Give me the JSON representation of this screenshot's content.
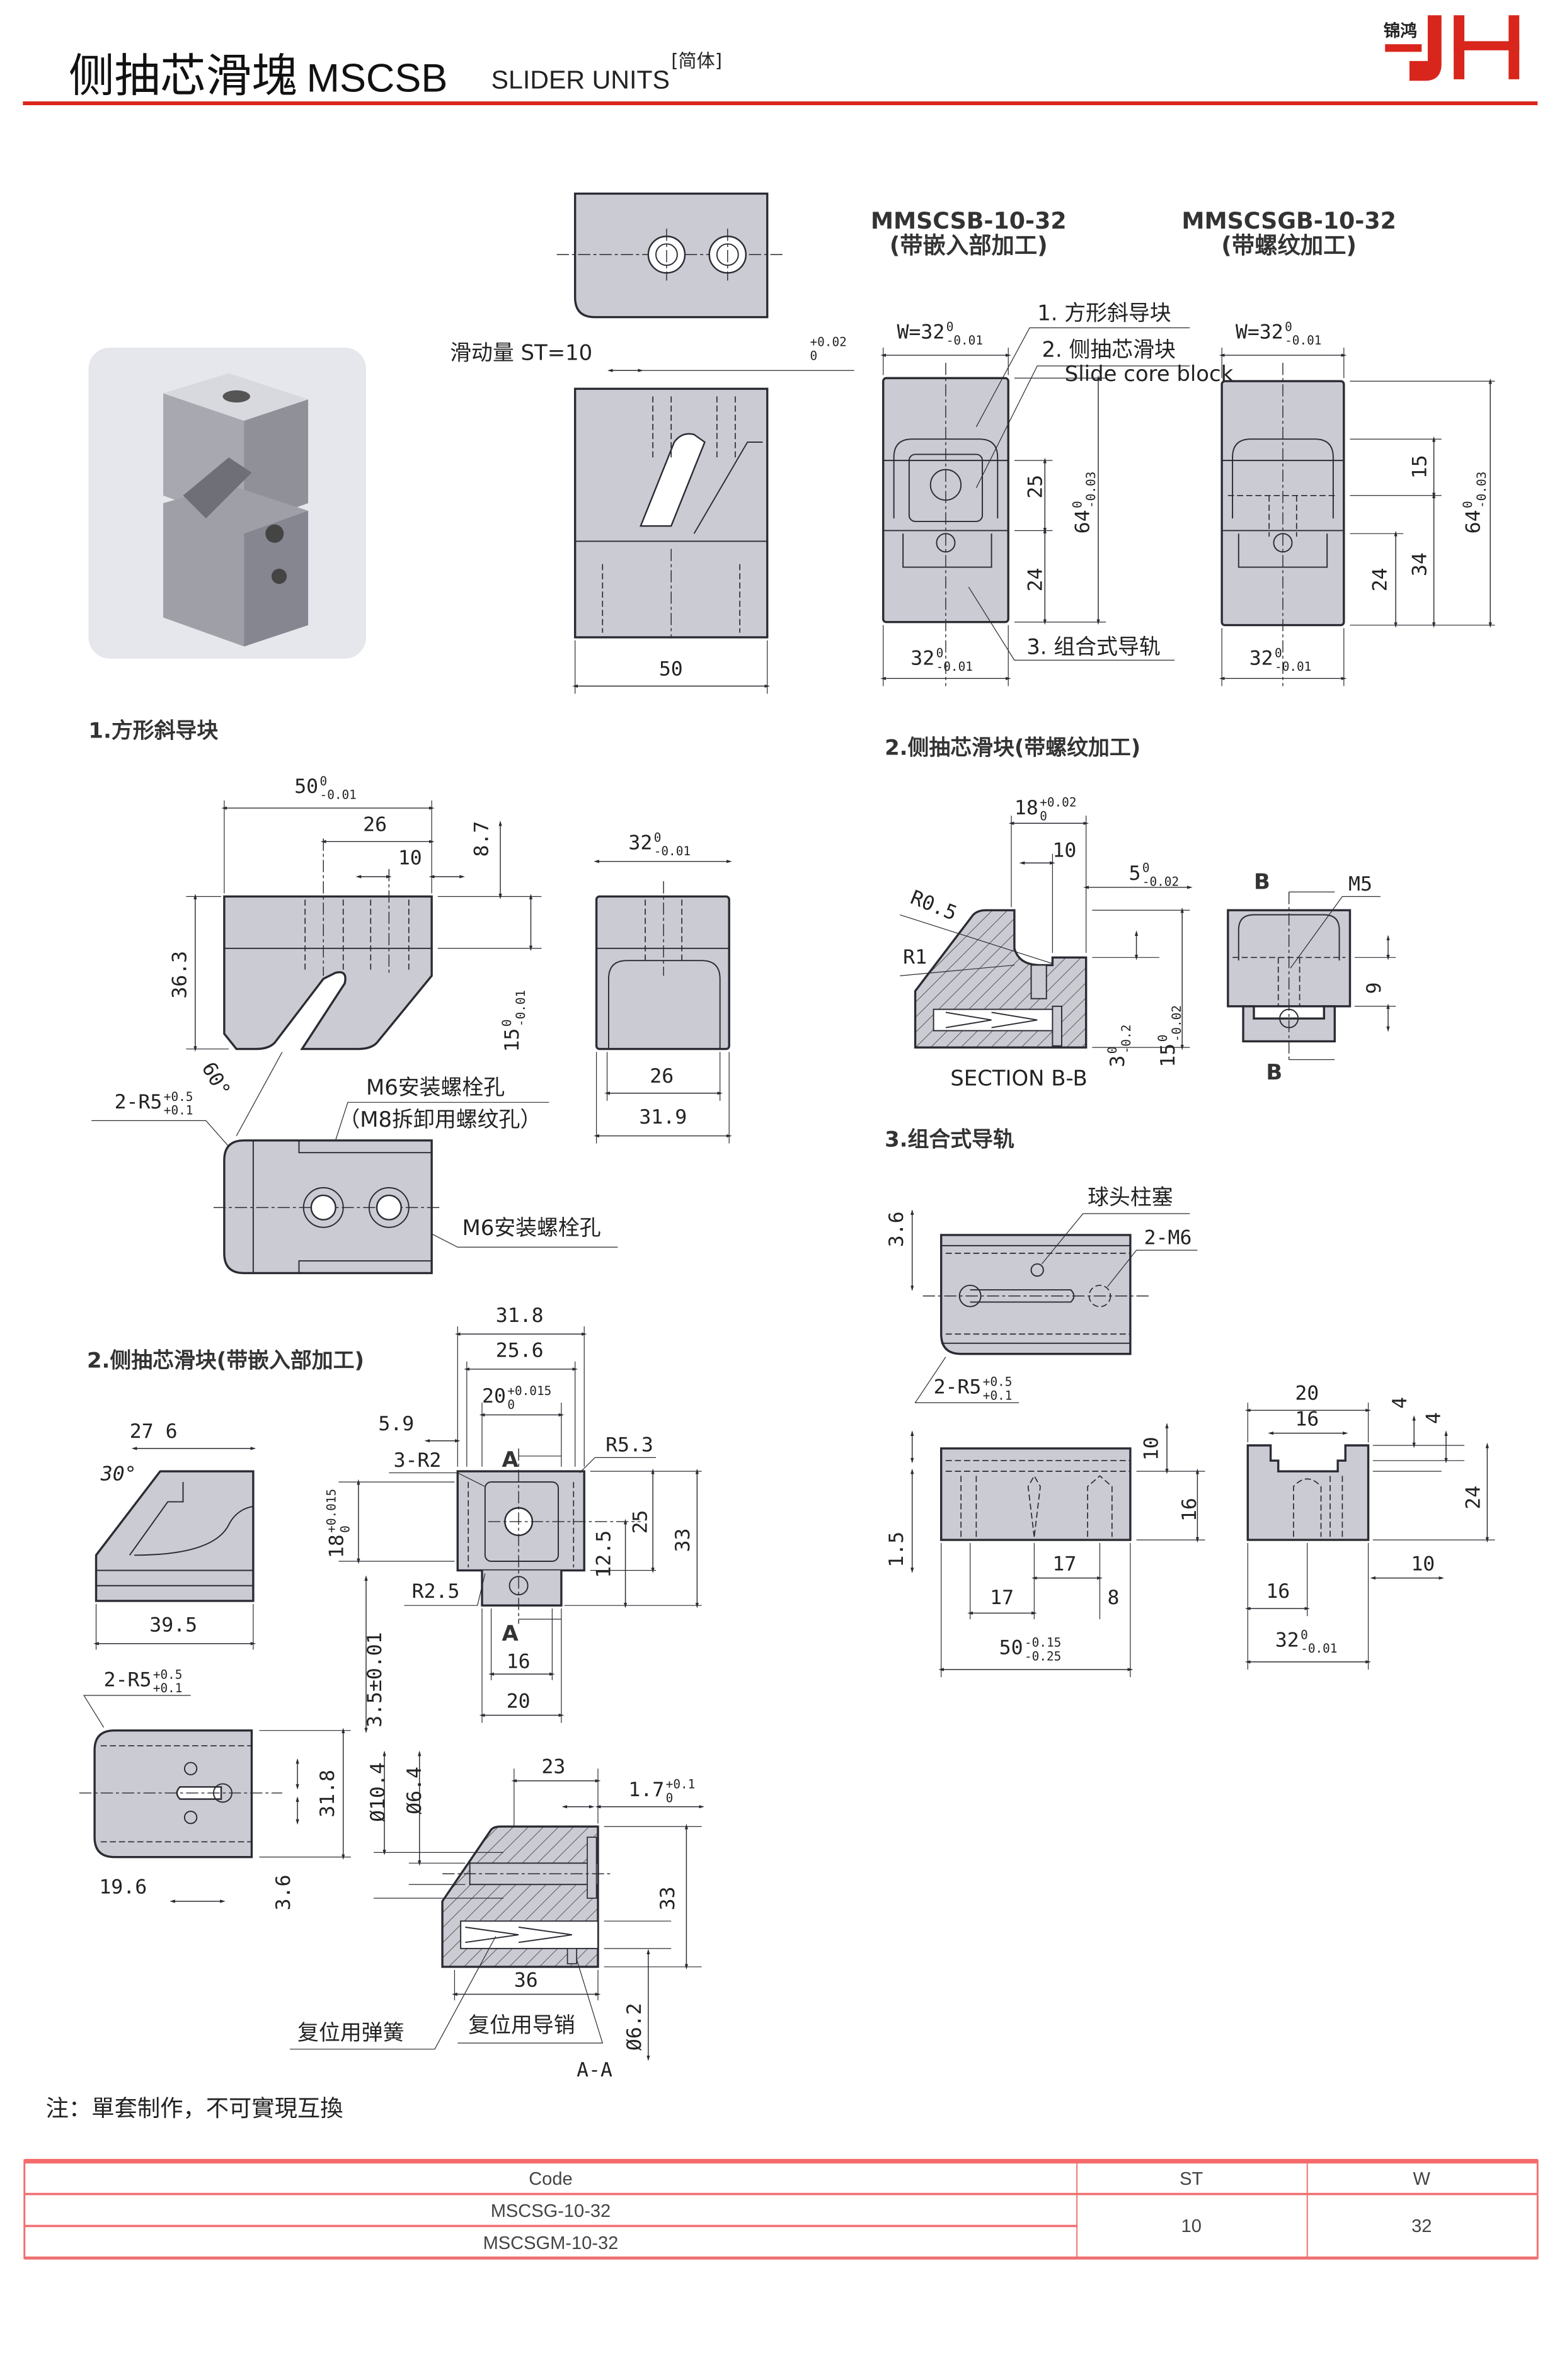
{
  "header": {
    "title_cn": "侧抽芯滑塊",
    "title_code": "MSCSB",
    "subtitle": "SLIDER UNITS",
    "script_tag": "[简体]",
    "logo_text": "锦鸿",
    "logo_letters": "JH",
    "accent_color": "#d9261c"
  },
  "overview": {
    "stroke_label": "滑动量 ST=10",
    "stroke_tol": {
      "v": "",
      "up": "+0.02",
      "lo": "0"
    },
    "length_50": {
      "v": "50"
    },
    "model_a": "MMSCSB-10-32",
    "model_a_note": "(带嵌入部加工)",
    "model_b": "MMSCSGB-10-32",
    "model_b_note": "(带螺纹加工)",
    "w_a": {
      "v": "W=32",
      "up": "0",
      "lo": "-0.01"
    },
    "w_b": {
      "v": "W=32",
      "up": "0",
      "lo": "-0.01"
    },
    "part1": "1. 方形斜导块",
    "part2": "2. 侧抽芯滑块",
    "part2_en": "Slide core block",
    "part3": "3. 组合式导轨",
    "a_25": {
      "v": "25"
    },
    "a_64": {
      "v": "64",
      "up": "0",
      "lo": "-0.03"
    },
    "a_24": {
      "v": "24"
    },
    "a_32": {
      "v": "32",
      "up": "0",
      "lo": "-0.01"
    },
    "b_15": {
      "v": "15"
    },
    "b_34": {
      "v": "34"
    },
    "b_24": {
      "v": "24"
    },
    "b_64": {
      "v": "64",
      "up": "0",
      "lo": "-0.03"
    },
    "b_32": {
      "v": "32",
      "up": "0",
      "lo": "-0.01"
    }
  },
  "sec1": {
    "title": "1.方形斜导块",
    "d50": {
      "v": "50",
      "up": "0",
      "lo": "-0.01"
    },
    "d26": {
      "v": "26"
    },
    "d10": {
      "v": "10"
    },
    "d87": {
      "v": "8.7"
    },
    "d363": {
      "v": "36.3"
    },
    "d15": {
      "v": "15",
      "up": "0",
      "lo": "-0.01"
    },
    "angle": {
      "v": "60°"
    },
    "r5": {
      "v": "2-R5",
      "up": "+0.5",
      "lo": "+0.1"
    },
    "m6a": "M6安装螺栓孔",
    "m8": "（M8拆卸用螺纹孔）",
    "m6b": "M6安装螺栓孔",
    "e32": {
      "v": "32",
      "up": "0",
      "lo": "-0.01"
    },
    "e26": {
      "v": "26"
    },
    "e319": {
      "v": "31.9"
    }
  },
  "sec2b": {
    "title": "2.侧抽芯滑块(带螺纹加工)",
    "d18": {
      "v": "18",
      "up": "+0.02",
      "lo": "0"
    },
    "d10": {
      "v": "10"
    },
    "d5": {
      "v": "5",
      "up": "0",
      "lo": "-0.02"
    },
    "r05": {
      "v": "R0.5"
    },
    "r1": {
      "v": "R1"
    },
    "d3": {
      "v": "3",
      "up": "0",
      "lo": "-0.2"
    },
    "d15": {
      "v": "15",
      "up": "0",
      "lo": "-0.02"
    },
    "section": "SECTION B-B",
    "b_top": "B",
    "b_bot": "B",
    "m5": {
      "v": "M5"
    },
    "d9": {
      "v": "9"
    }
  },
  "sec3": {
    "title": "3.组合式导轨",
    "plunger": "球头柱塞",
    "m6": {
      "v": "2-M6"
    },
    "d36": {
      "v": "3.6"
    },
    "r5": {
      "v": "2-R5",
      "up": "+0.5",
      "lo": "+0.1"
    },
    "f10": {
      "v": "10"
    },
    "f16": {
      "v": "16"
    },
    "f15": {
      "v": "1.5"
    },
    "f17a": {
      "v": "17"
    },
    "f17b": {
      "v": "17"
    },
    "f8": {
      "v": "8"
    },
    "f50": {
      "v": "50",
      "up": "-0.15",
      "lo": "-0.25"
    },
    "e20": {
      "v": "20"
    },
    "e16": {
      "v": "16"
    },
    "e4a": {
      "v": "4"
    },
    "e4b": {
      "v": "4"
    },
    "e24": {
      "v": "24"
    },
    "e10": {
      "v": "10"
    },
    "e16b": {
      "v": "16"
    },
    "e32": {
      "v": "32",
      "up": "0",
      "lo": "-0.01"
    }
  },
  "sec2a": {
    "title": "2.侧抽芯滑块(带嵌入部加工)",
    "i276": {
      "v": "27 6"
    },
    "i30": {
      "v": "30°"
    },
    "i395": {
      "v": "39.5"
    },
    "t_r5": {
      "v": "2-R5",
      "up": "+0.5",
      "lo": "+0.1"
    },
    "t196": {
      "v": "19.6"
    },
    "t318": {
      "v": "31.8"
    },
    "t36": {
      "v": "3.6"
    },
    "f318": {
      "v": "31.8"
    },
    "f256": {
      "v": "25.6"
    },
    "f20": {
      "v": "20",
      "up": "+0.015",
      "lo": "0"
    },
    "f59": {
      "v": "5.9"
    },
    "f3r2": {
      "v": "3-R2"
    },
    "fr53": {
      "v": "R5.3"
    },
    "fa1": "A",
    "fa2": "A",
    "fr25": {
      "v": "R2.5"
    },
    "f18": {
      "v": "18",
      "up": "+0.015",
      "lo": "0"
    },
    "f125": {
      "v": "12.5"
    },
    "f25": {
      "v": "25"
    },
    "f33": {
      "v": "33"
    },
    "f16": {
      "v": "16"
    },
    "f20b": {
      "v": "20"
    },
    "f35": {
      "v": "3.5±0.01"
    },
    "s23": {
      "v": "23"
    },
    "s17": {
      "v": "1.7",
      "up": "+0.1",
      "lo": "0"
    },
    "s104": {
      "v": "Ø10.4"
    },
    "s64": {
      "v": "Ø6.4"
    },
    "s33": {
      "v": "33"
    },
    "s36": {
      "v": "36"
    },
    "s62": {
      "v": "Ø6.2"
    },
    "spring": "复位用弹簧",
    "pin": "复位用导销",
    "aa": "A-A"
  },
  "note": "注：單套制作，不可實現互換",
  "table": {
    "headers": [
      "Code",
      "ST",
      "W"
    ],
    "codes": [
      "MSCSG-10-32",
      "MSCSGM-10-32"
    ],
    "st": "10",
    "w": "32",
    "border_color": "#f07070"
  }
}
